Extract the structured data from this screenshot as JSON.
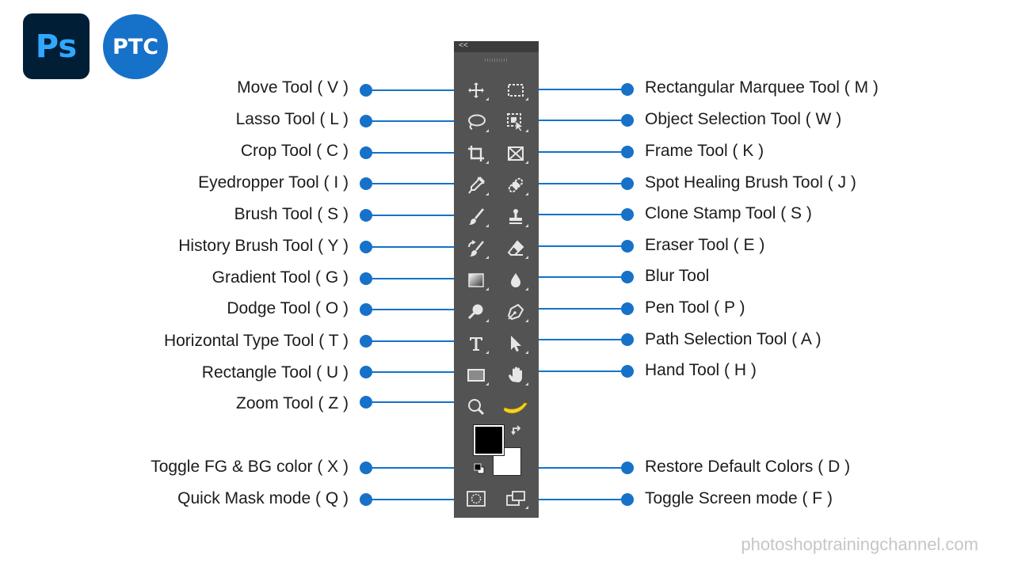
{
  "logos": {
    "ps": "Ps",
    "ptc": "PTC"
  },
  "toolbar": {
    "collapse": "<<"
  },
  "left_labels": [
    "Move Tool ( V )",
    "Lasso Tool ( L )",
    "Crop Tool ( C )",
    "Eyedropper Tool ( I )",
    "Brush Tool ( S )",
    "History Brush Tool ( Y )",
    "Gradient Tool ( G )",
    "Dodge Tool ( O )",
    "Horizontal Type Tool ( T )",
    "Rectangle Tool ( U )",
    "Zoom Tool ( Z )",
    "Toggle FG & BG color ( X )",
    "Quick Mask mode ( Q )"
  ],
  "right_labels": [
    "Rectangular Marquee Tool ( M )",
    "Object Selection Tool ( W )",
    "Frame Tool ( K )",
    "Spot Healing Brush Tool ( J )",
    "Clone Stamp Tool ( S )",
    "Eraser Tool ( E )",
    "Blur Tool",
    "Pen Tool ( P )",
    "Path Selection Tool ( A )",
    "Hand Tool ( H )",
    "Restore Default Colors ( D )",
    "Toggle Screen mode ( F )"
  ],
  "colors": {
    "connector": "#1671c9",
    "panel": "#535353",
    "panel_header": "#3c3c3c",
    "icon": "#e6e6e6"
  },
  "icons": {
    "left_column": [
      "move-icon",
      "lasso-icon",
      "crop-icon",
      "eyedropper-icon",
      "brush-icon",
      "history-brush-icon",
      "gradient-icon",
      "dodge-icon",
      "type-icon",
      "rectangle-icon",
      "zoom-icon",
      "swap-colors-icon",
      "quick-mask-icon"
    ],
    "right_column": [
      "marquee-icon",
      "object-selection-icon",
      "frame-icon",
      "spot-healing-icon",
      "clone-stamp-icon",
      "eraser-icon",
      "blur-icon",
      "pen-icon",
      "path-selection-icon",
      "hand-icon",
      "banana-icon",
      "default-colors-icon",
      "screen-mode-icon"
    ]
  },
  "watermark": "photoshoptrainingchannel.com"
}
